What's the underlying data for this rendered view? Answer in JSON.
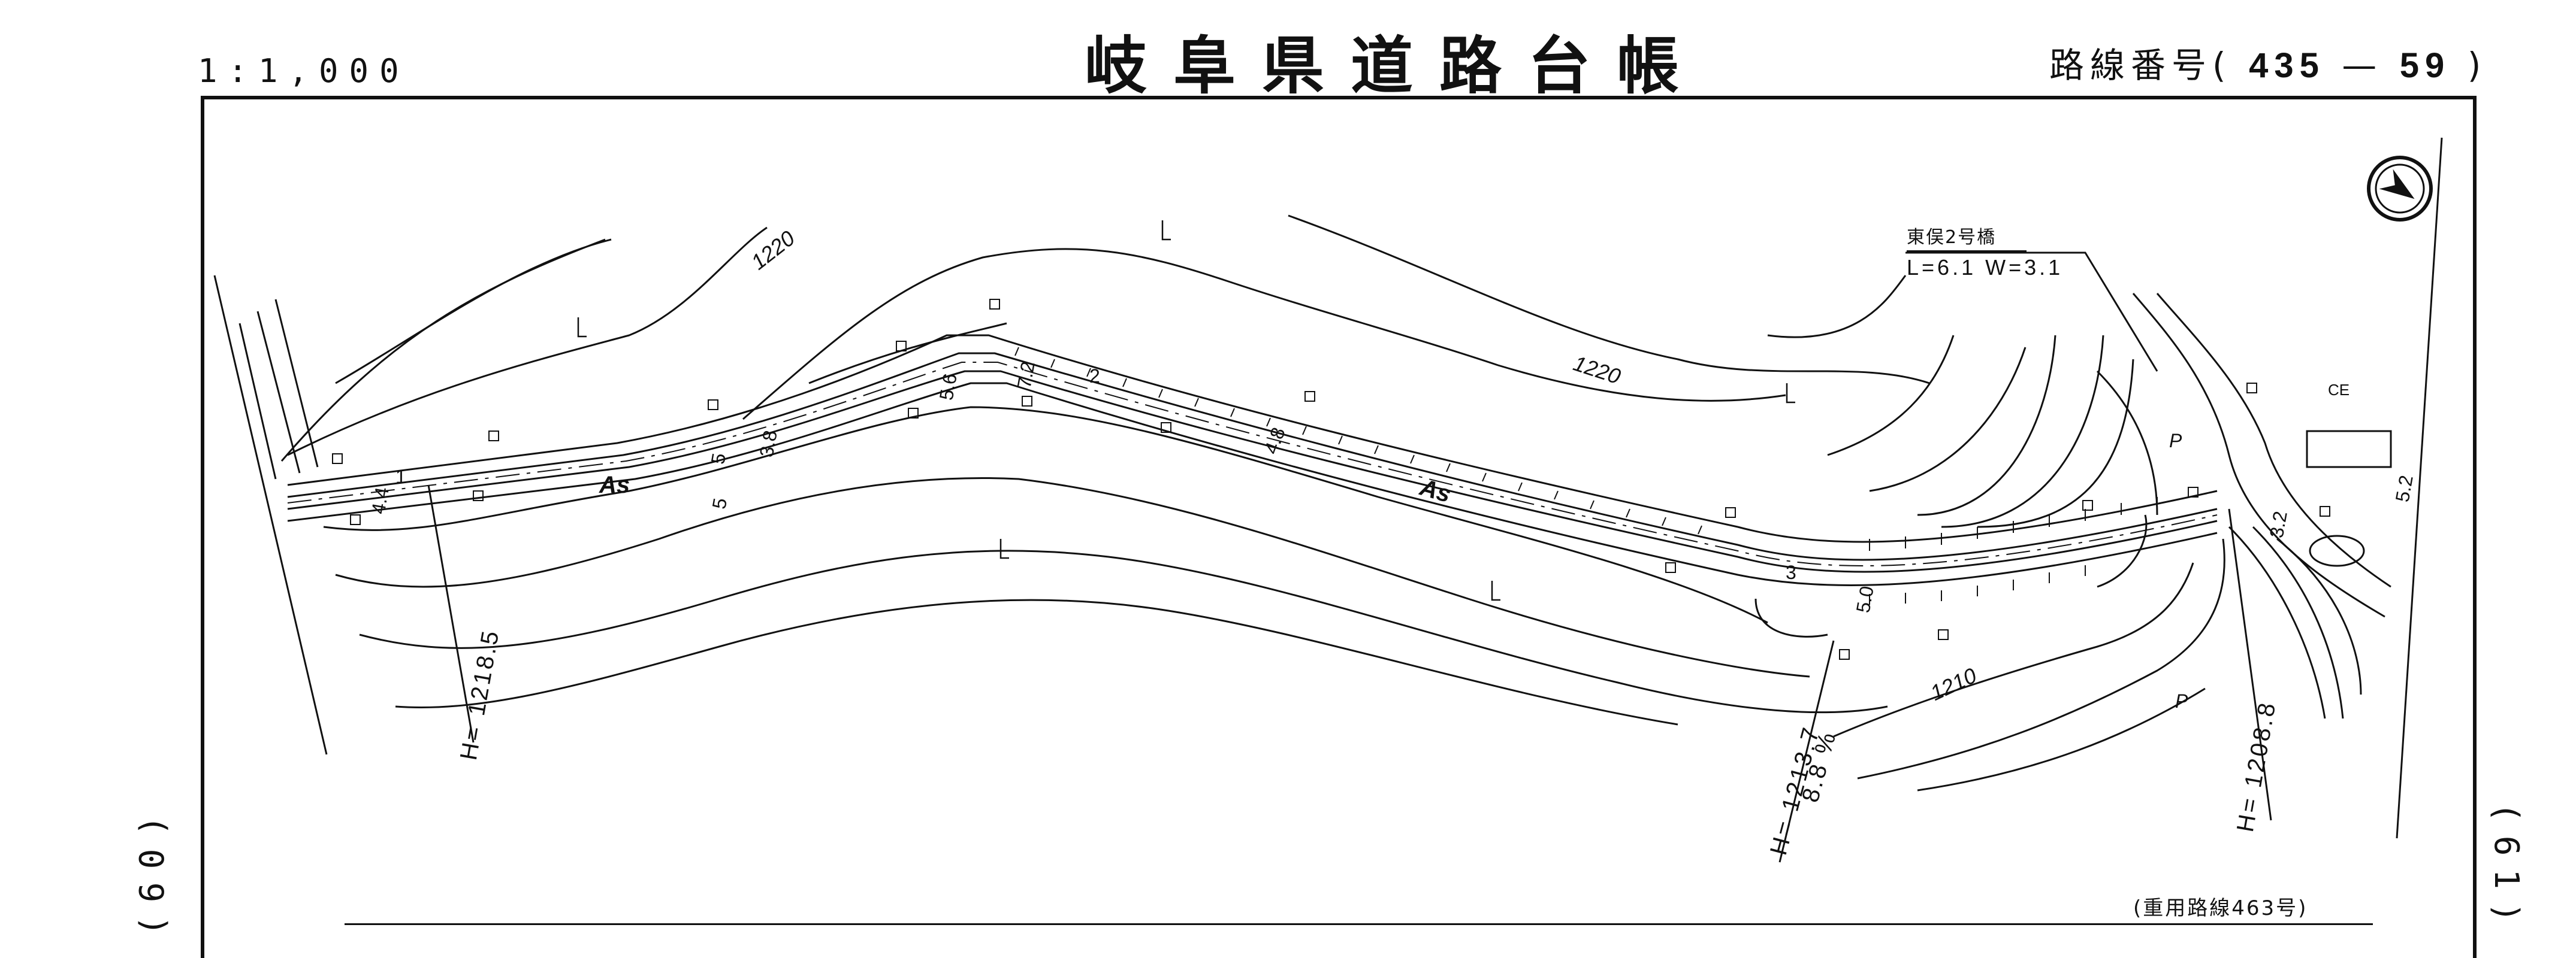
{
  "header": {
    "scale": "1:1,000",
    "title": "岐阜県道路台帳",
    "route_prefix": "路線番号(",
    "route_number": "435",
    "route_dash": "—",
    "route_sheet": "59",
    "route_suffix": ")"
  },
  "side": {
    "left_page": "(60)",
    "right_page": "(61)"
  },
  "footer": {
    "shared_route": "(重用路線463号)"
  },
  "bridge": {
    "name": "東俣2号橋",
    "dims": "L=6.1 W=3.1"
  },
  "labels": {
    "contour_1220_a": "1220",
    "contour_1220_b": "1220",
    "contour_1210": "1210",
    "surface_a": "As",
    "surface_b": "As",
    "station_1": "1",
    "station_2": "2",
    "station_3": "3",
    "width_44": "4.4",
    "width_5a": "5",
    "width_5b": "5",
    "width_38": "3.8",
    "width_56": "5.6",
    "width_72": "7.2",
    "width_48": "4.8",
    "width_50": "5.0",
    "width_52": "5.2",
    "width_32": "3.2",
    "height_a": "H= 1218.5",
    "height_b": "H= 1213.7",
    "grade_b": "8.8 %",
    "height_c": "H= 1208.8",
    "parking_a": "P",
    "parking_b": "P",
    "ce_mark": "CE"
  },
  "colors": {
    "ink": "#111111",
    "paper": "#ffffff"
  },
  "icons": {
    "north_arrow": "north-arrow-icon",
    "grass_marks": "grass-symbol-icon",
    "utility_box": "utility-box-icon"
  }
}
